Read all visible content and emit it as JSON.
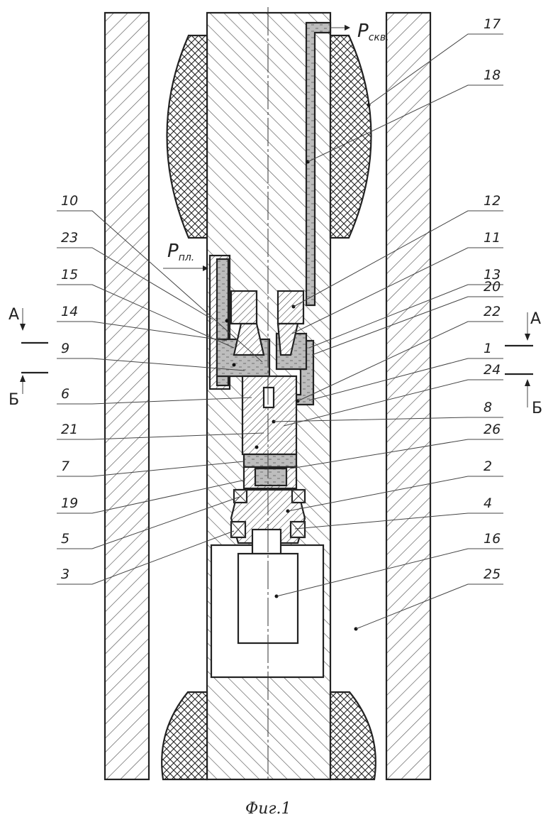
{
  "caption": "Фиг.1",
  "pressure_labels": {
    "well": {
      "main": "P",
      "sub": "скв."
    },
    "formation": {
      "main": "P",
      "sub": "пл."
    }
  },
  "section_marks": {
    "a": "А",
    "b": "Б"
  },
  "labels_left": [
    "10",
    "23",
    "15",
    "14",
    "9",
    "6",
    "21",
    "7",
    "19",
    "5",
    "3"
  ],
  "labels_right": [
    "17",
    "18",
    "12",
    "11",
    "13",
    "20",
    "22",
    "1",
    "24",
    "8",
    "26",
    "2",
    "4",
    "16",
    "25"
  ]
}
